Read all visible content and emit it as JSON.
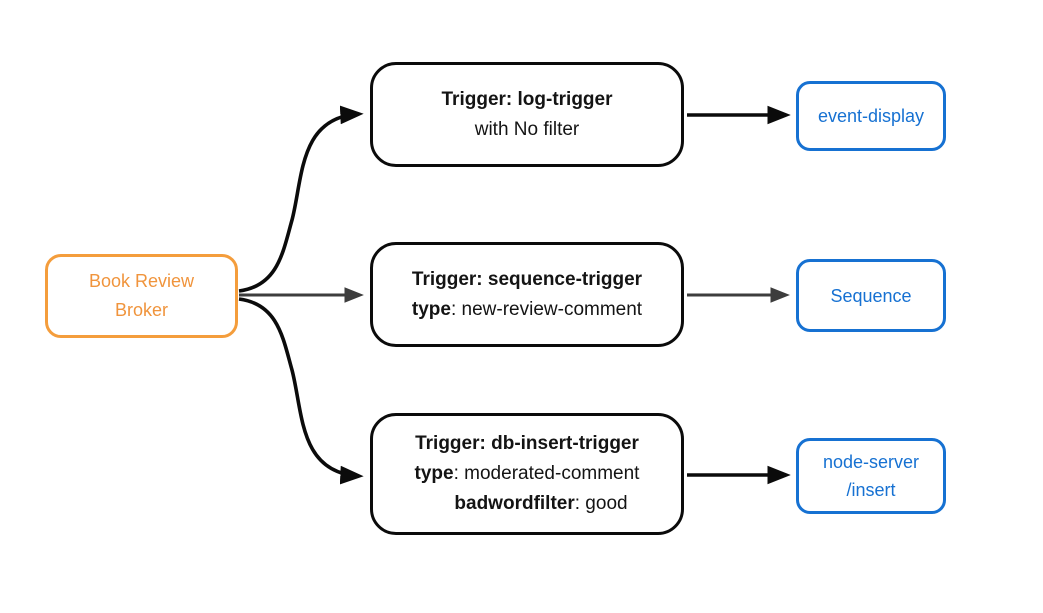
{
  "diagram": {
    "title": "Book Review Broker trigger diagram",
    "colors": {
      "orange_border": "#F49D3C",
      "orange_text": "#F0943C",
      "blue": "#1671D2",
      "node_border_dark": "#0b0b0b",
      "text_dark": "#141414",
      "arrow_black": "#0b0b0b",
      "arrow_gray": "#3d3d3d",
      "background": "#ffffff"
    },
    "nodes": {
      "broker": {
        "label_line1": "Book Review",
        "label_line2": "Broker"
      },
      "trigger_log": {
        "line1_bold": "Trigger: log-trigger",
        "line2_regular": "with No filter"
      },
      "trigger_sequence": {
        "line1_bold": "Trigger: sequence-trigger",
        "line2_bold": "type",
        "line2_regular": ": new-review-comment"
      },
      "trigger_db_insert": {
        "line1_bold": "Trigger: db-insert-trigger",
        "line2_bold": "type",
        "line2_regular": ": moderated-comment",
        "line3_bold": "badwordfilter",
        "line3_regular": ": good"
      },
      "sink_event_display": {
        "label": "event-display"
      },
      "sink_sequence": {
        "label": "Sequence"
      },
      "sink_node_server": {
        "label_line1": "node-server",
        "label_line2": "/insert"
      }
    },
    "edges": [
      {
        "from": "broker",
        "to": "trigger_log",
        "color": "#0b0b0b"
      },
      {
        "from": "broker",
        "to": "trigger_sequence",
        "color": "#3d3d3d"
      },
      {
        "from": "broker",
        "to": "trigger_db_insert",
        "color": "#0b0b0b"
      },
      {
        "from": "trigger_log",
        "to": "sink_event_display",
        "color": "#0b0b0b"
      },
      {
        "from": "trigger_sequence",
        "to": "sink_sequence",
        "color": "#3d3d3d"
      },
      {
        "from": "trigger_db_insert",
        "to": "sink_node_server",
        "color": "#0b0b0b"
      }
    ]
  }
}
